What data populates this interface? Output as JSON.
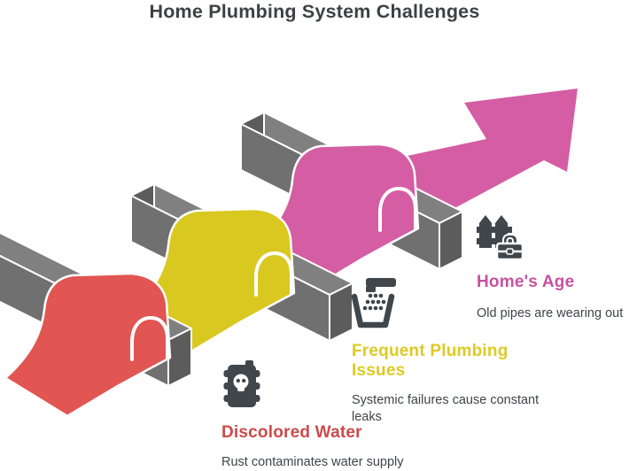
{
  "title": "Home Plumbing System Challenges",
  "illustration": {
    "type": "isometric ribbon weaving over three hurdle bars, ending in rising arrow",
    "hurdle_count": 3,
    "hurdle_top_color": "#808080",
    "hurdle_front_color": "#707070",
    "hurdle_side_color": "#5c5c5c",
    "outline_color": "#ffffff",
    "arrow_color": "#d55da4",
    "ribbon_segment_colors": [
      "#e15552",
      "#d9c81f",
      "#d55da4"
    ]
  },
  "items": [
    {
      "heading": "Discolored Water",
      "description": "Rust contaminates water supply",
      "accent_color": "#cd4a4a",
      "icon": "toxic-barrel-icon"
    },
    {
      "heading": "Frequent Plumbing Issues",
      "description": "Systemic failures cause constant leaks",
      "accent_color": "#ddca24",
      "icon": "faucet-water-icon"
    },
    {
      "heading": "Home's Age",
      "description": "Old pipes are wearing out",
      "accent_color": "#c4539f",
      "icon": "fence-toolbox-icon"
    }
  ],
  "icon_color": "#3f464c"
}
